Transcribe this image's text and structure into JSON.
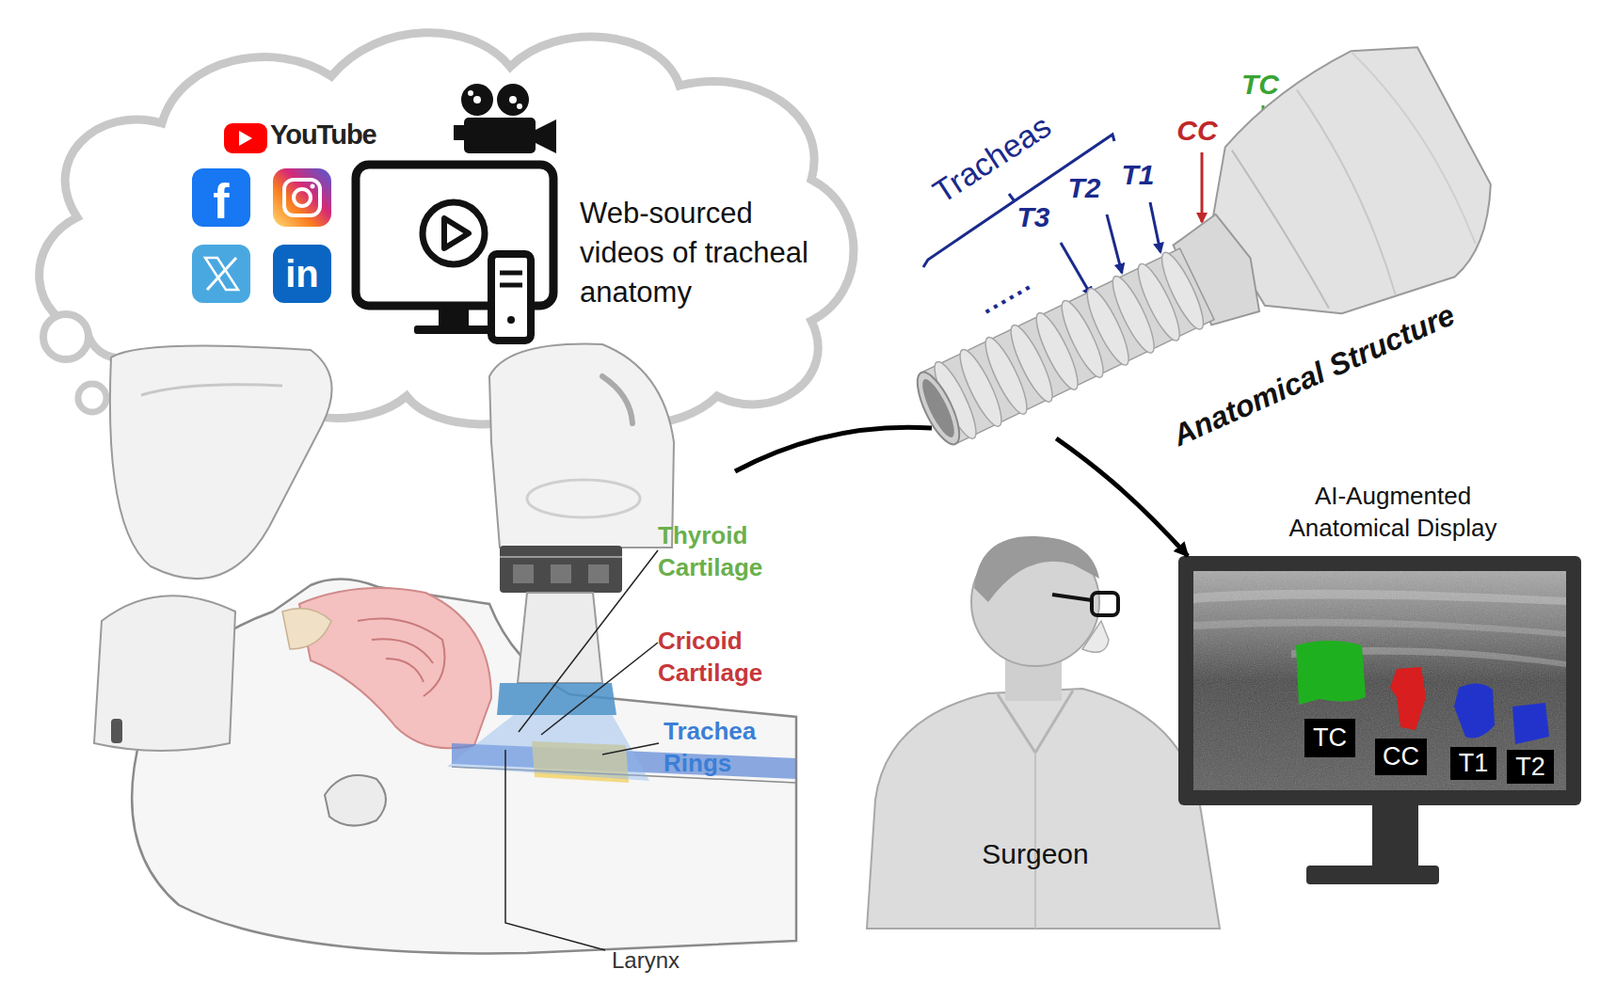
{
  "diagram": {
    "nodes": [
      {
        "text": [
          "Web-sourced videos of tracheal anatomy"
        ]
      },
      {
        "text": [
          "Anatomical Structure"
        ]
      },
      {
        "text": [
          "AI-Augmented Anatomical Display"
        ]
      },
      {
        "text": [
          "TC"
        ],
        "in": 2
      },
      {
        "text": [
          "CC"
        ],
        "in": 2
      },
      {
        "text": [
          "T1"
        ],
        "in": 2
      },
      {
        "text": [
          "T2"
        ],
        "in": 2
      }
    ],
    "edges": [
      {
        "from": 1,
        "to": 2,
        "arrow": "to"
      }
    ],
    "labels": [
      "YouTube",
      "f",
      "in",
      "Tracheas",
      "T3",
      "T2",
      "T1",
      "CC",
      "TC",
      "......",
      "Thyroid Cartilage",
      "Cricoid Cartilage",
      "Trachea Rings",
      "Larynx",
      "Surgeon"
    ]
  }
}
